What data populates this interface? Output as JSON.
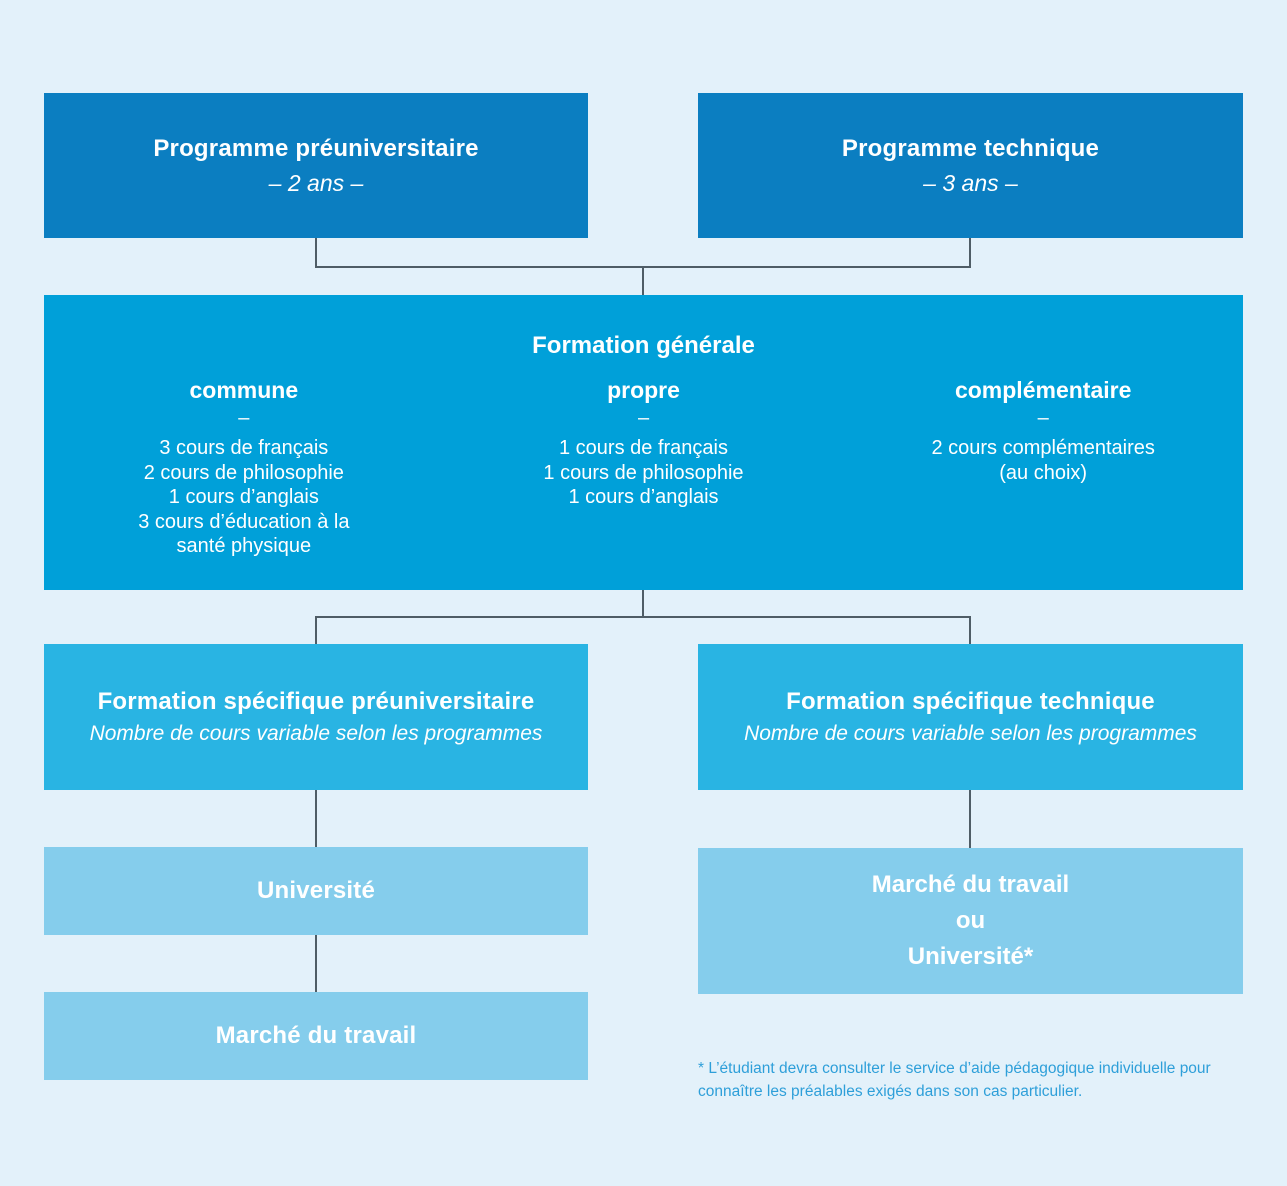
{
  "palette": {
    "background": "#e3f1fa",
    "box_dark_blue": "#0b7ec1",
    "box_medium_blue": "#00a0d9",
    "box_light_blue": "#29b4e3",
    "box_pale_blue": "#85cdec",
    "connector_line": "#4f5d66",
    "footnote_text": "#2e9fd9",
    "box_text": "#ffffff"
  },
  "top_row": {
    "preuniversitaire": {
      "title": "Programme préuniversitaire",
      "duration": "– 2 ans –"
    },
    "technique": {
      "title": "Programme technique",
      "duration": "– 3 ans –"
    }
  },
  "formation_generale": {
    "title": "Formation générale",
    "columns": [
      {
        "header": "commune",
        "dash": "–",
        "items": [
          "3 cours de français",
          "2 cours de philosophie",
          "1 cours d’anglais",
          "3 cours d’éducation à la santé physique"
        ]
      },
      {
        "header": "propre",
        "dash": "–",
        "items": [
          "1 cours de français",
          "1 cours de philosophie",
          "1 cours d’anglais"
        ]
      },
      {
        "header": "complémentaire",
        "dash": "–",
        "items": [
          "2 cours complémentaires",
          "(au choix)"
        ]
      }
    ]
  },
  "formation_specifique": {
    "preuniversitaire": {
      "title": "Formation spécifique préuniversitaire",
      "subtitle": "Nombre de cours variable selon les programmes"
    },
    "technique": {
      "title": "Formation spécifique technique",
      "subtitle": "Nombre de cours variable selon les programmes"
    }
  },
  "outcomes": {
    "universite": "Université",
    "marche_travail": "Marché du travail",
    "marche_ou_universite": {
      "line1": "Marché du travail",
      "line2": "ou",
      "line3": "Université*"
    }
  },
  "footnote": "* L’étudiant devra consulter le service d’aide pédagogique individuelle pour connaître les préalables exigés dans son cas particulier."
}
